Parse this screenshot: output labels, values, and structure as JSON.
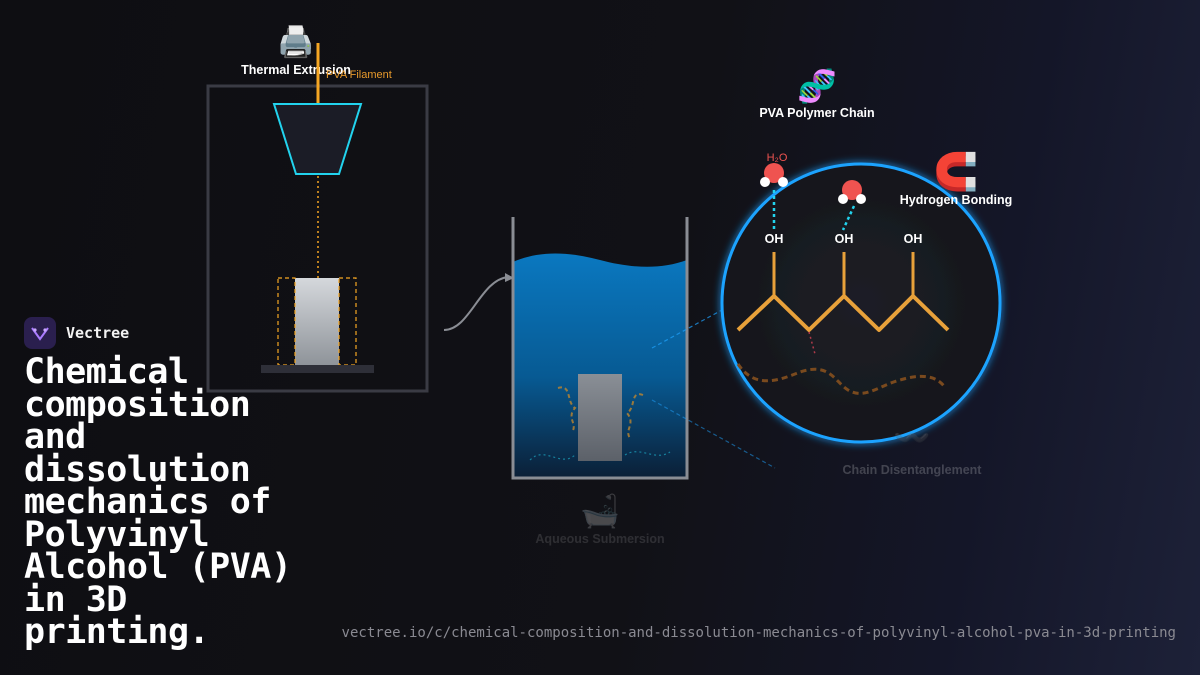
{
  "brand": {
    "name": "Vectree"
  },
  "title": "Chemical composition and dissolution mechanics of Polyvinyl Alcohol (PVA) in 3D printing.",
  "url": "vectree.io/c/chemical-composition-and-dissolution-mechanics-of-polyvinyl-alcohol-pva-in-3d-printing",
  "diagram": {
    "extrusion": {
      "icon": "🖨️",
      "label": "Thermal Extrusion",
      "filament_label": "PVA Filament"
    },
    "submersion": {
      "icon": "🛁",
      "label": "Aqueous Submersion"
    },
    "polymer": {
      "icon": "🧬",
      "label": "PVA Polymer Chain"
    },
    "bonding": {
      "icon": "🧲",
      "label": "Hydrogen Bonding"
    },
    "water_label": "H₂O",
    "hydroxyl_label": "OH",
    "disentangle": {
      "icon": "〰️",
      "label": "Chain Disentanglement"
    }
  },
  "colors": {
    "accent_cyan": "#22d3ee",
    "filament_orange": "#f5a623",
    "water_blue": "#0a6db0",
    "circle_glow": "#1fa3ff",
    "chain": "#e8a13a"
  }
}
